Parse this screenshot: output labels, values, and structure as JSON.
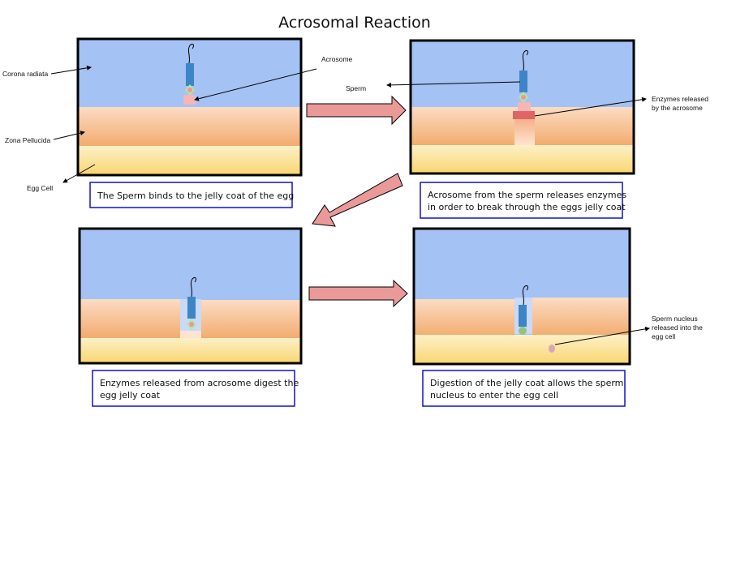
{
  "title": "Acrosomal Reaction",
  "labels": {
    "corona_radiata": "Corona radiata",
    "zona_pellucida": "Zona Pellucida",
    "egg_cell": "Egg Cell",
    "acrosome": "Acrosome",
    "sperm": "Sperm",
    "enzymes_line1": "Enzymes released",
    "enzymes_line2": "by the acrosome",
    "nucleus_line1": "Sperm nucleus",
    "nucleus_line2": "released into the",
    "nucleus_line3": "egg cell"
  },
  "captions": {
    "step1": [
      "The Sperm binds to the jelly coat of the egg"
    ],
    "step2": [
      "Acrosome from the sperm releases enzymes",
      "in order to break through the eggs jelly coat"
    ],
    "step3": [
      "Enzymes released from acrosome digest the",
      "egg jelly coat"
    ],
    "step4": [
      "Digestion of the jelly coat allows the sperm",
      "nucleus to enter the egg cell"
    ]
  },
  "colors": {
    "corona": "#a4c2f4",
    "zona_top": "#fcdcc4",
    "zona_bottom": "#f2ac6e",
    "egg_top": "#fdf0c8",
    "egg_bottom": "#f9d670",
    "sperm_body": "#3d85c6",
    "acrosome": "#ea9999",
    "acrosome_cap": "#e06666",
    "nucleus": "#b4e6a0",
    "arrow_fill": "#ea9999",
    "caption_border": "#1010cc",
    "released_nucleus": "#d5a6bd"
  }
}
